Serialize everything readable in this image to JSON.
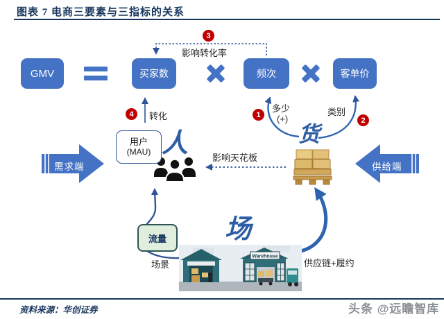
{
  "title": "图表 7  电商三要素与三指标的关系",
  "equation": {
    "gmv_label": "GMV",
    "buyers_label": "买家数",
    "frequency_label": "频次",
    "price_label": "客单价"
  },
  "badges": {
    "one": "1",
    "two": "2",
    "three": "3",
    "four": "4"
  },
  "labels": {
    "conversion_rate": "影响转化率",
    "conversion": "转化",
    "quantity": "多少",
    "quantity_plus": "(+)",
    "category": "类别",
    "ceiling": "影响天花板",
    "user_line1": "用户",
    "user_line2": "(MAU)",
    "people_char": "人",
    "goods_char": "货",
    "venue_char": "场",
    "traffic": "流量",
    "scenario": "场景",
    "supply_fulfillment": "供应链+履约",
    "demand_side": "需求端",
    "supply_side": "供给端",
    "warehouse_sign": "Warehouse"
  },
  "footer": {
    "source": "资料来源：华创证券",
    "watermark": "头条 @远瞻智库"
  },
  "icons": {
    "equals": "equals-icon",
    "multiply": "multiply-icon",
    "people_group": "people-group-icon",
    "pallet": "pallet-icon",
    "warehouse": "warehouse-illustration",
    "demand_arrow": "demand-side-arrow",
    "supply_arrow": "supply-side-arrow"
  },
  "colors": {
    "accent_blue": "#4472C4",
    "navy": "#17365D",
    "badge_red": "#C00000",
    "curve_blue": "#2E5FA6",
    "traffic_bg": "#DFEEDD",
    "traffic_border": "#2E5456",
    "warehouse_teal": "#2F6E79",
    "pallet_tan": "#E3C07A"
  }
}
